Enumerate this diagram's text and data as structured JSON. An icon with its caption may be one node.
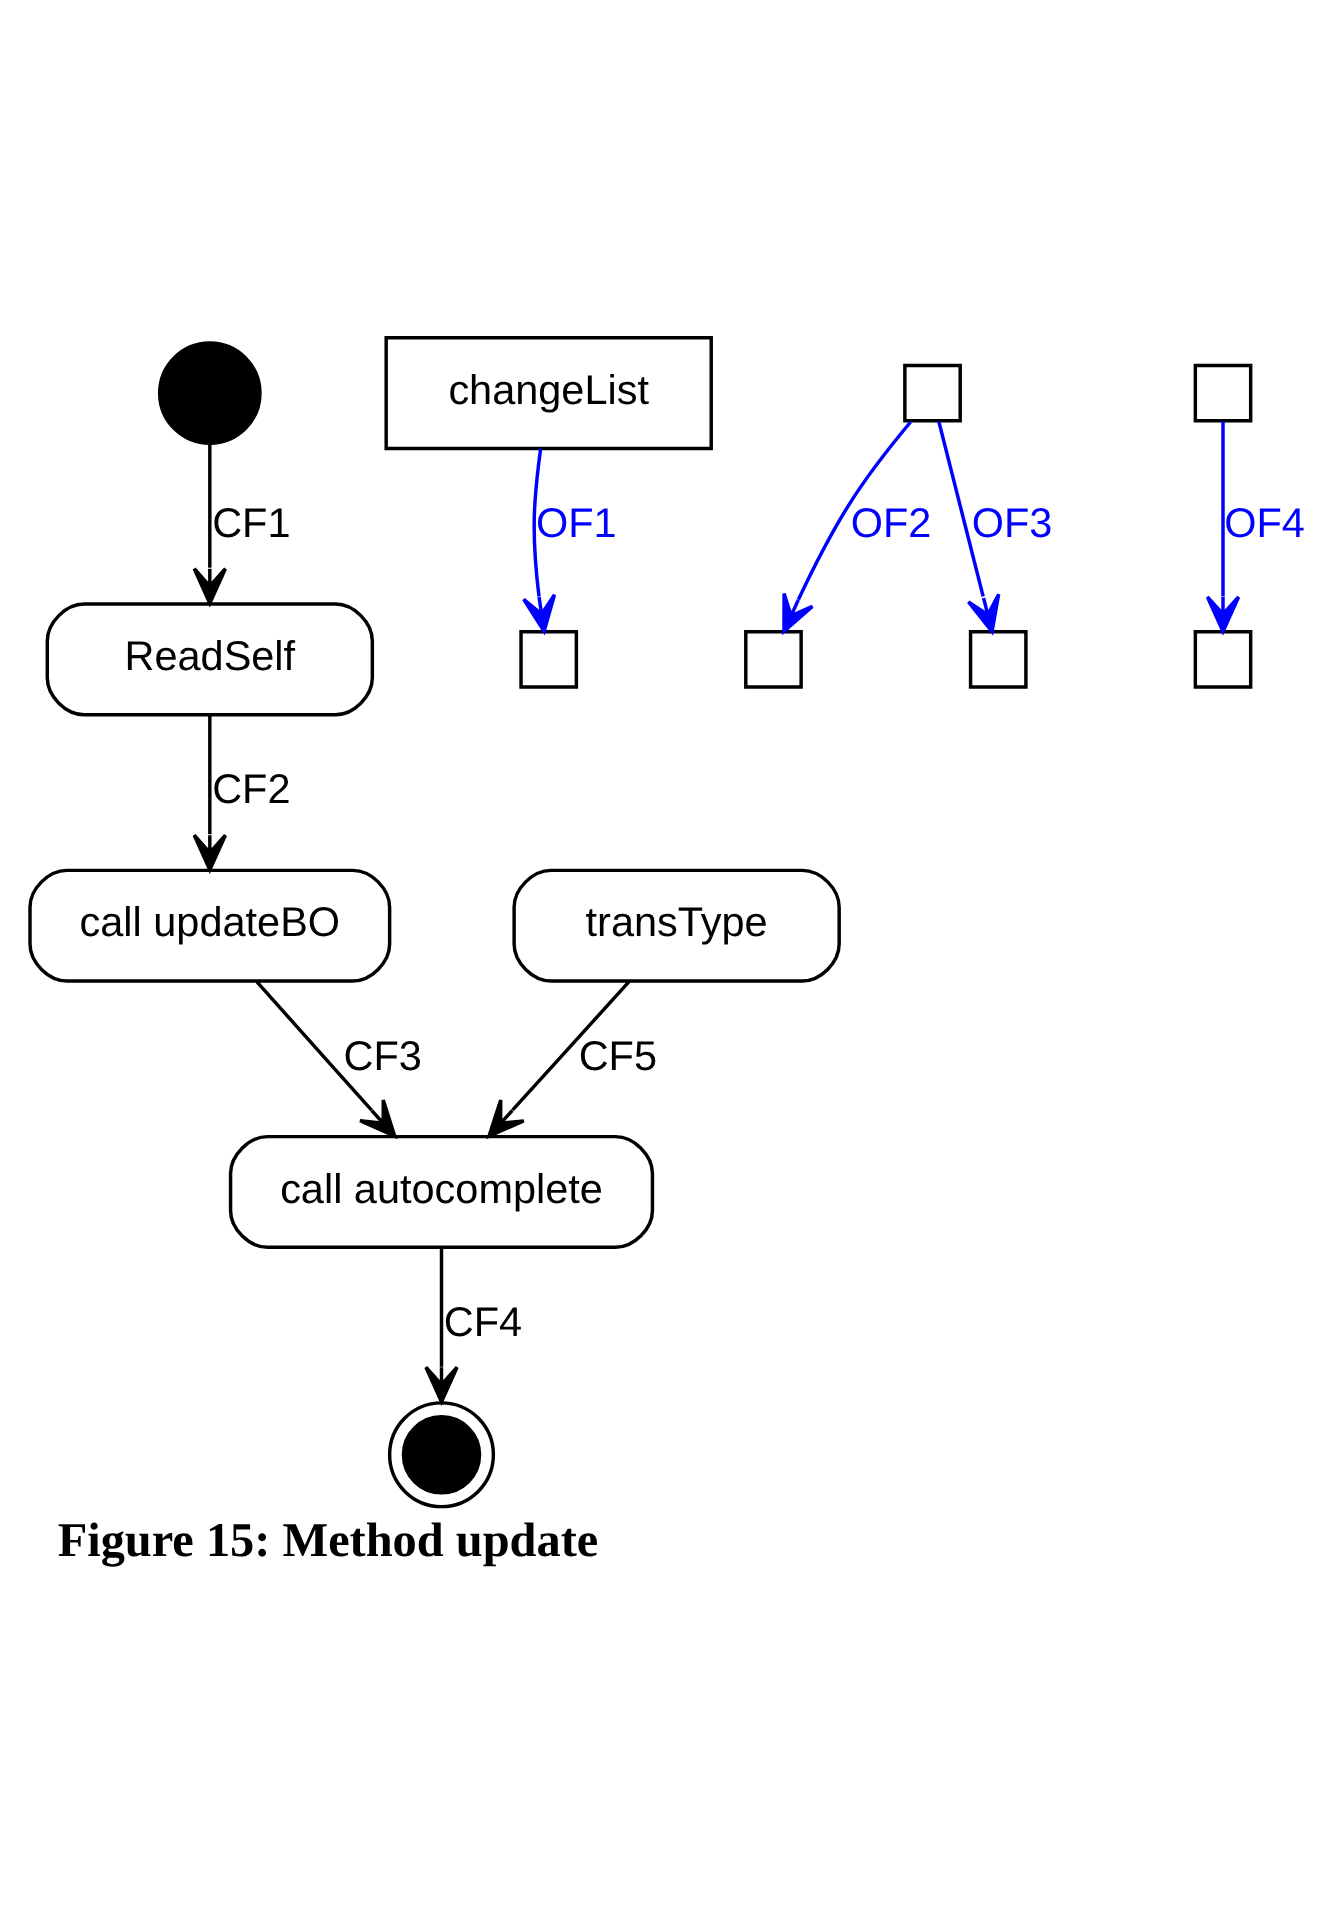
{
  "diagram": {
    "caption": "Figure 15: Method update",
    "nodes": [
      {
        "text": [],
        "shape": "circle"
      },
      {
        "text": [
          "ReadSelf"
        ]
      },
      {
        "text": [
          "changeList"
        ]
      },
      {
        "text": [],
        "shape": "box"
      },
      {
        "text": [],
        "shape": "box"
      },
      {
        "text": [],
        "shape": "box"
      },
      {
        "text": [
          "call updateBO"
        ]
      },
      {
        "text": [
          "transType"
        ]
      },
      {
        "text": [],
        "shape": "box"
      },
      {
        "text": [],
        "shape": "box"
      },
      {
        "text": [],
        "shape": "box"
      },
      {
        "text": [
          "call autocomplete"
        ]
      },
      {
        "text": [],
        "shape": "bullseye"
      }
    ],
    "edges": [
      {
        "from": 0,
        "to": 1,
        "arrow": "to",
        "label": "CF1"
      },
      {
        "from": 1,
        "to": 6,
        "arrow": "to",
        "label": "CF2"
      },
      {
        "from": 2,
        "to": 4,
        "arrow": "to",
        "label": "OF1",
        "color": "#0000ff"
      },
      {
        "from": 3,
        "to": 5,
        "arrow": "to",
        "label": "OF2",
        "color": "#0000ff"
      },
      {
        "from": 3,
        "to": 9,
        "arrow": "to",
        "label": "OF3",
        "color": "#0000ff"
      },
      {
        "from": 6,
        "to": 11,
        "arrow": "to",
        "label": "CF3"
      },
      {
        "from": 7,
        "to": 11,
        "arrow": "to",
        "label": "CF5"
      },
      {
        "from": 8,
        "to": 10,
        "arrow": "to",
        "label": "OF4",
        "color": "#0000ff"
      },
      {
        "from": 11,
        "to": 12,
        "arrow": "to",
        "label": "CF4"
      }
    ]
  }
}
